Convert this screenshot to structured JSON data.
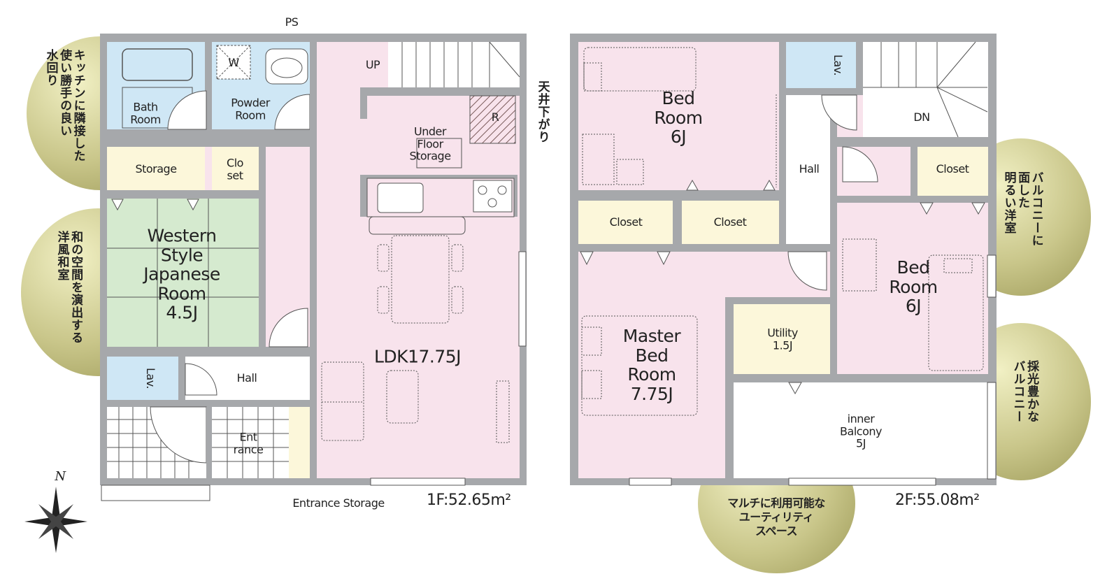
{
  "floor1": {
    "area": "1F:52.65m²",
    "rooms": {
      "bath": "Bath\nRoom",
      "powder": "Powder\nRoom",
      "ps": "PS",
      "washer": "W",
      "up": "UP",
      "under_floor": "Under\nFloor\nStorage",
      "refrigerator": "R",
      "storage": "Storage",
      "closet": "Clo\nset",
      "japanese": "Western\nStyle\nJapanese\nRoom\n4.5J",
      "ldk": "LDK17.75J",
      "lav": "Lav.",
      "hall": "Hall",
      "entrance": "Ent\nrance",
      "entrance_storage": "Entrance Storage"
    }
  },
  "floor2": {
    "area": "2F:55.08m²",
    "rooms": {
      "bed_left": "Bed\nRoom\n6J",
      "lav": "Lav.",
      "dn": "DN",
      "hall": "Hall",
      "closet_a": "Closet",
      "closet_b": "Closet",
      "closet_c": "Closet",
      "bed_right": "Bed\nRoom\n6J",
      "master": "Master\nBed\nRoom\n7.75J",
      "utility": "Utility\n1.5J",
      "balcony": "inner\nBalcony\n5J"
    },
    "ceiling_note": "天井下がり"
  },
  "compass": "N",
  "callouts": {
    "kitchen": "キッチンに隣接した\n使い勝手の良い\n水回り",
    "japanese": "和の空間を演出する\n洋風和室",
    "bedroom": "バルコニーに\n面した\n明るい洋室",
    "balcony": "採光豊かな\nバルコニー",
    "utility": "マルチに利用可能な\nユーティリティ\nスペース"
  },
  "colors": {
    "wall": "#a6a8ab",
    "pink": "#f8e3ec",
    "blue": "#cfe7f5",
    "yellow": "#fcf7da",
    "green": "#d5eacf"
  }
}
